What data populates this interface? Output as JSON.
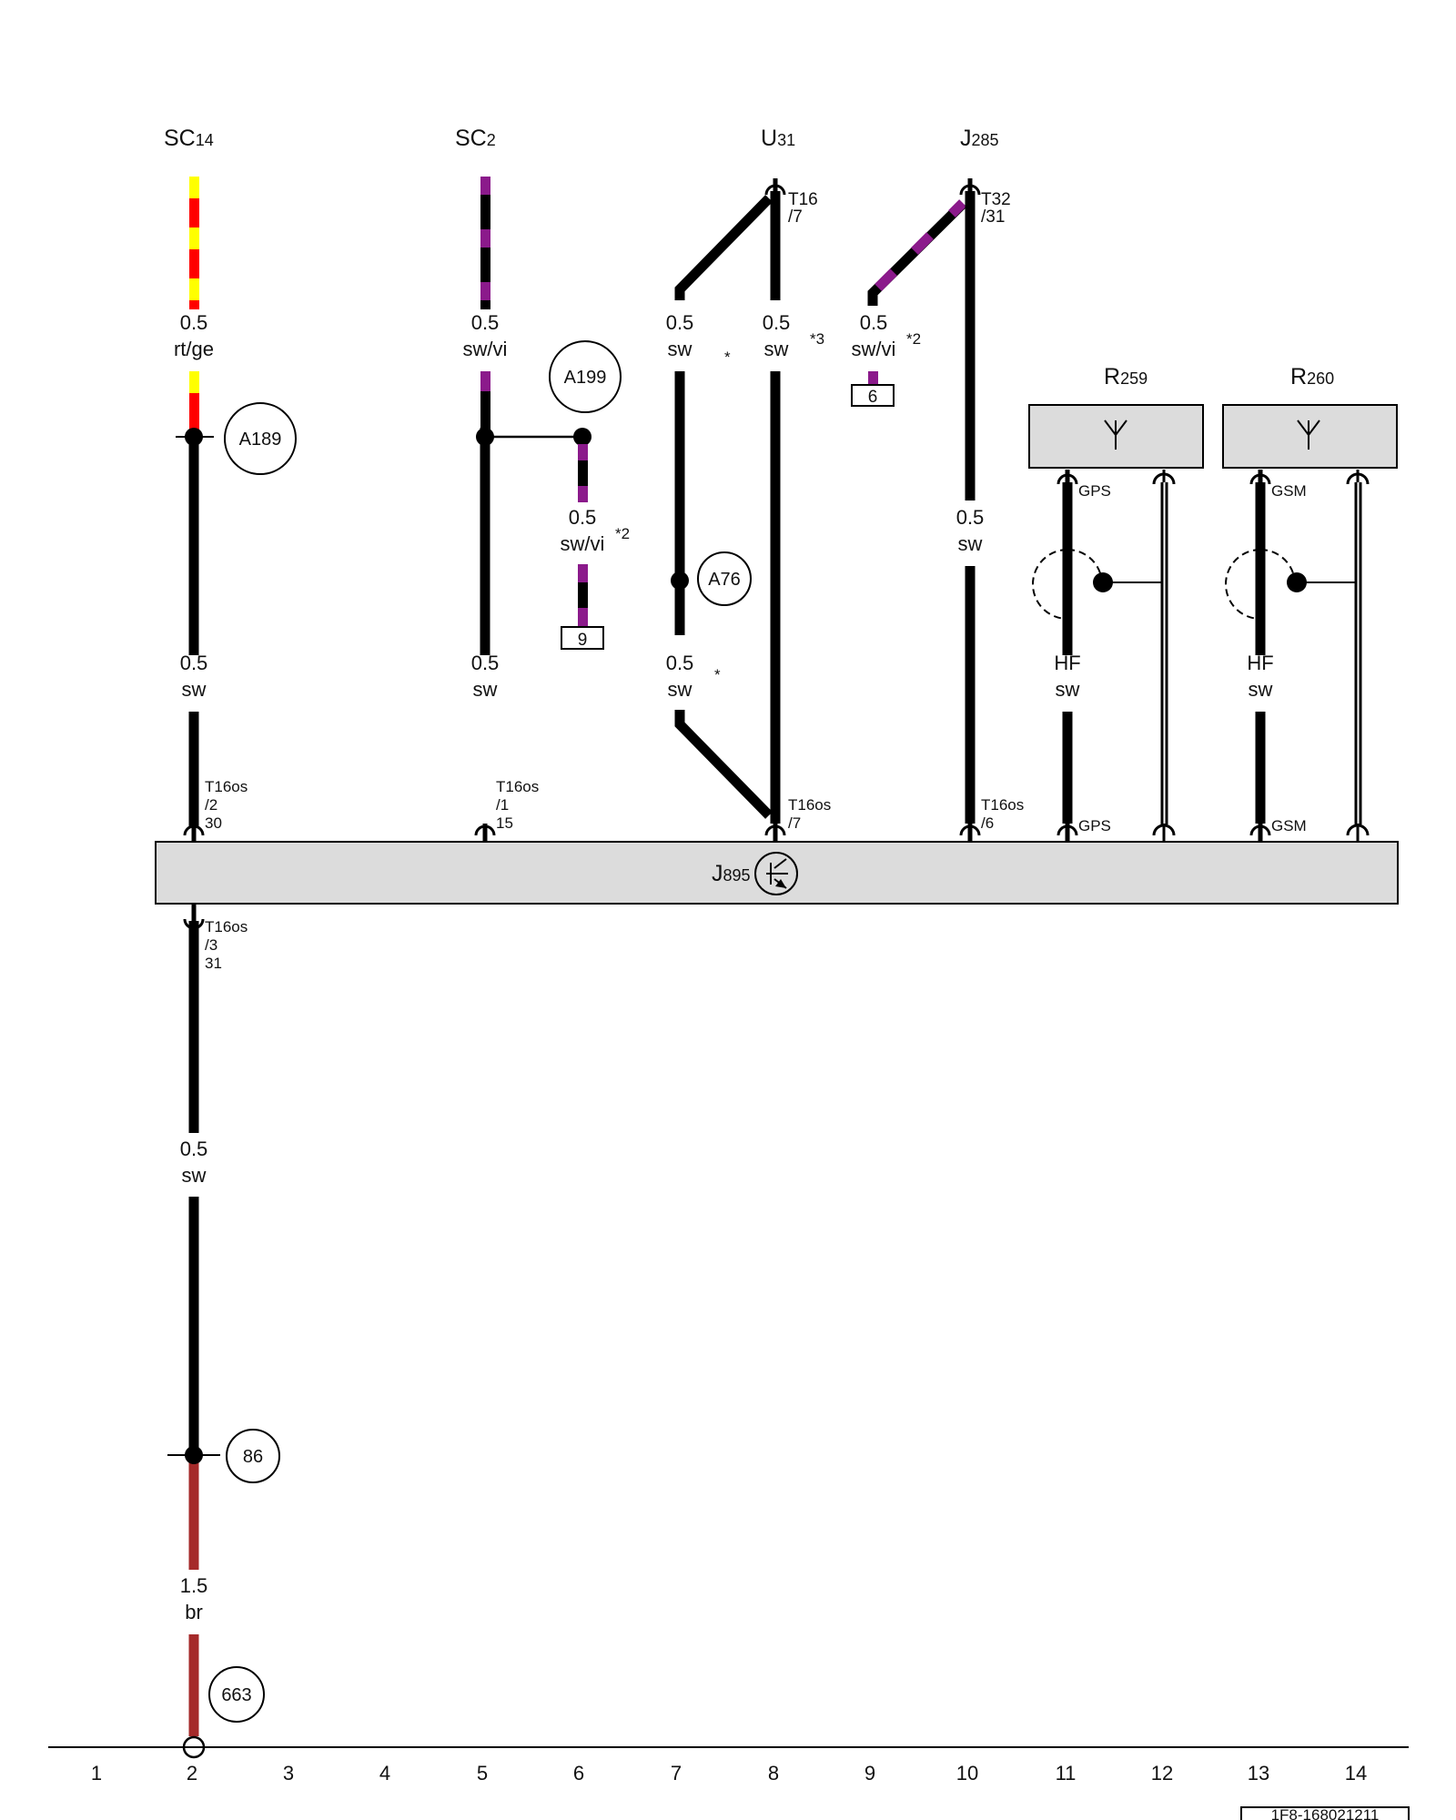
{
  "components": {
    "sc14": {
      "name": "SC",
      "index": "14"
    },
    "sc2": {
      "name": "SC",
      "index": "2"
    },
    "u31": {
      "name": "U",
      "index": "31"
    },
    "j285": {
      "name": "J",
      "index": "285"
    },
    "r259": {
      "name": "R",
      "index": "259"
    },
    "r260": {
      "name": "R",
      "index": "260"
    },
    "j895": {
      "name": "J",
      "index": "895"
    }
  },
  "wires": [
    {
      "id": "w1",
      "size": "0.5",
      "color": "rt/ge"
    },
    {
      "id": "w2",
      "size": "0.5",
      "color": "sw"
    },
    {
      "id": "w3",
      "size": "0.5",
      "color": "sw/vi"
    },
    {
      "id": "w4",
      "size": "0.5",
      "color": "sw"
    },
    {
      "id": "w5",
      "size": "0.5",
      "color": "sw/vi"
    },
    {
      "id": "w6",
      "size": "0.5",
      "color": "sw"
    },
    {
      "id": "w7",
      "size": "0.5",
      "color": "sw"
    },
    {
      "id": "w8",
      "size": "0.5",
      "color": "sw"
    },
    {
      "id": "w9",
      "size": "0.5",
      "color": "sw/vi"
    },
    {
      "id": "w10",
      "size": "0.5",
      "color": "sw"
    },
    {
      "id": "w11",
      "size": "HF",
      "color": "sw"
    },
    {
      "id": "w12",
      "size": "HF",
      "color": "sw"
    },
    {
      "id": "w13",
      "size": "0.5",
      "color": "sw"
    },
    {
      "id": "w14",
      "size": "1.5",
      "color": "br"
    }
  ],
  "wire_colors": {
    "sw": "#000000",
    "vi": "#8b1a8b",
    "rt": "#ff0000",
    "ge": "#ffff00",
    "br": "#a52a2a"
  },
  "footnotes": {
    "star": "*",
    "note2": "*2",
    "note3": "*3"
  },
  "connectors": {
    "t16_7": [
      "T16",
      "/7"
    ],
    "t32_31": [
      "T32",
      "/31"
    ],
    "t16os_2_30": [
      "T16os",
      "/2",
      "30"
    ],
    "t16os_1_15": [
      "T16os",
      "/1",
      "15"
    ],
    "t16os_7": [
      "T16os",
      "/7"
    ],
    "t16os_6": [
      "T16os",
      "/6"
    ],
    "t16os_3_31": [
      "T16os",
      "/3",
      "31"
    ],
    "gps_top": "GPS",
    "gsm_top": "GSM",
    "gps_bottom": "GPS",
    "gsm_bottom": "GSM"
  },
  "references": {
    "a189": "A189",
    "a199": "A199",
    "a76": "A76",
    "r86": "86",
    "r663": "663"
  },
  "pin_boxes": {
    "b9": "9",
    "b6": "6"
  },
  "current_path_numbers": [
    "1",
    "2",
    "3",
    "4",
    "5",
    "6",
    "7",
    "8",
    "9",
    "10",
    "11",
    "12",
    "13",
    "14"
  ],
  "diagram_id": "1F8-168021211"
}
